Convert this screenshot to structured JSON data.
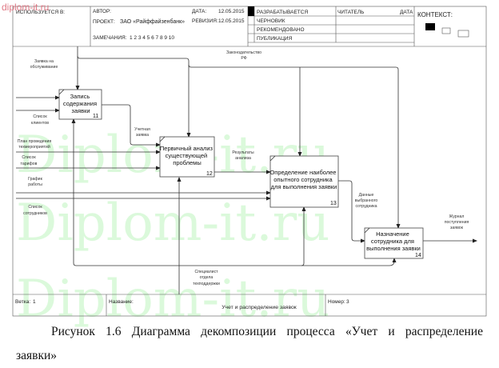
{
  "watermark": {
    "small": "diplom-it.ru",
    "large": "Diplom-it.ru"
  },
  "header": {
    "used_in": "ИСПОЛЬЗУЕТСЯ В:",
    "author_label": "АВТОР:",
    "project_label": "ПРОЕКТ:",
    "project_value": "ЗАО «Райффайзенбанк»",
    "notes_label": "ЗАМЕЧАНИЯ:",
    "notes_value": "1  2  3  4  5  6  7  8  9  10",
    "date_label": "ДАТА:",
    "date_value": "12.05.2015",
    "revision_label": "РЕВИЗИЯ:",
    "revision_value": "12.05.2015",
    "status": [
      "РАЗРАБАТЫВАЕТСЯ",
      "ЧЕРНОВИК",
      "РЕКОМЕНДОВАНО",
      "ПУБЛИКАЦИЯ"
    ],
    "reader_label": "ЧИТАТЕЛЬ",
    "reader_date_label": "ДАТА",
    "context_label": "КОНТЕКСТ:"
  },
  "boxes": [
    {
      "lines": [
        "Запись",
        "содержания",
        "заявки"
      ],
      "number": "11"
    },
    {
      "lines": [
        "Первичный анализ",
        "существующей",
        "проблемы"
      ],
      "number": "12"
    },
    {
      "lines": [
        "Определение наиболее",
        "опытного сотрудника",
        "для выполнения заявки"
      ],
      "number": "13"
    },
    {
      "lines": [
        "Назначение",
        "сотрудника для",
        "выполнения заявки"
      ],
      "number": "14"
    }
  ],
  "arrows": {
    "request": [
      "Заявка на",
      "обслуживание"
    ],
    "clients": [
      "Список",
      "клиентов"
    ],
    "law": [
      "Законодательство",
      "РФ"
    ],
    "registered": [
      "Учетная",
      "заявка"
    ],
    "plan": [
      "План проведения",
      "техмероприятий"
    ],
    "tariffs": [
      "Список",
      "тарифов"
    ],
    "schedule": [
      "График",
      "работы"
    ],
    "staff": [
      "Список",
      "сотрудников"
    ],
    "results": [
      "Результаты",
      "анализа"
    ],
    "selected": [
      "Данные",
      "выбранного",
      "сотрудника"
    ],
    "journal": [
      "Журнал",
      "поступления",
      "заявок"
    ],
    "specialist": [
      "Специалист",
      "отдела",
      "техподдержки"
    ]
  },
  "footer": {
    "node_label": "Ветка:",
    "node_value": "1",
    "title_label": "Название:",
    "title_value": "Учет и распределение заявок",
    "number_label": "Номер:",
    "number_value": "3"
  },
  "caption": {
    "line1": "Рисунок 1.6 Диаграмма декомпозиции процесса «Учет и распределение",
    "line2": "заявки»"
  }
}
